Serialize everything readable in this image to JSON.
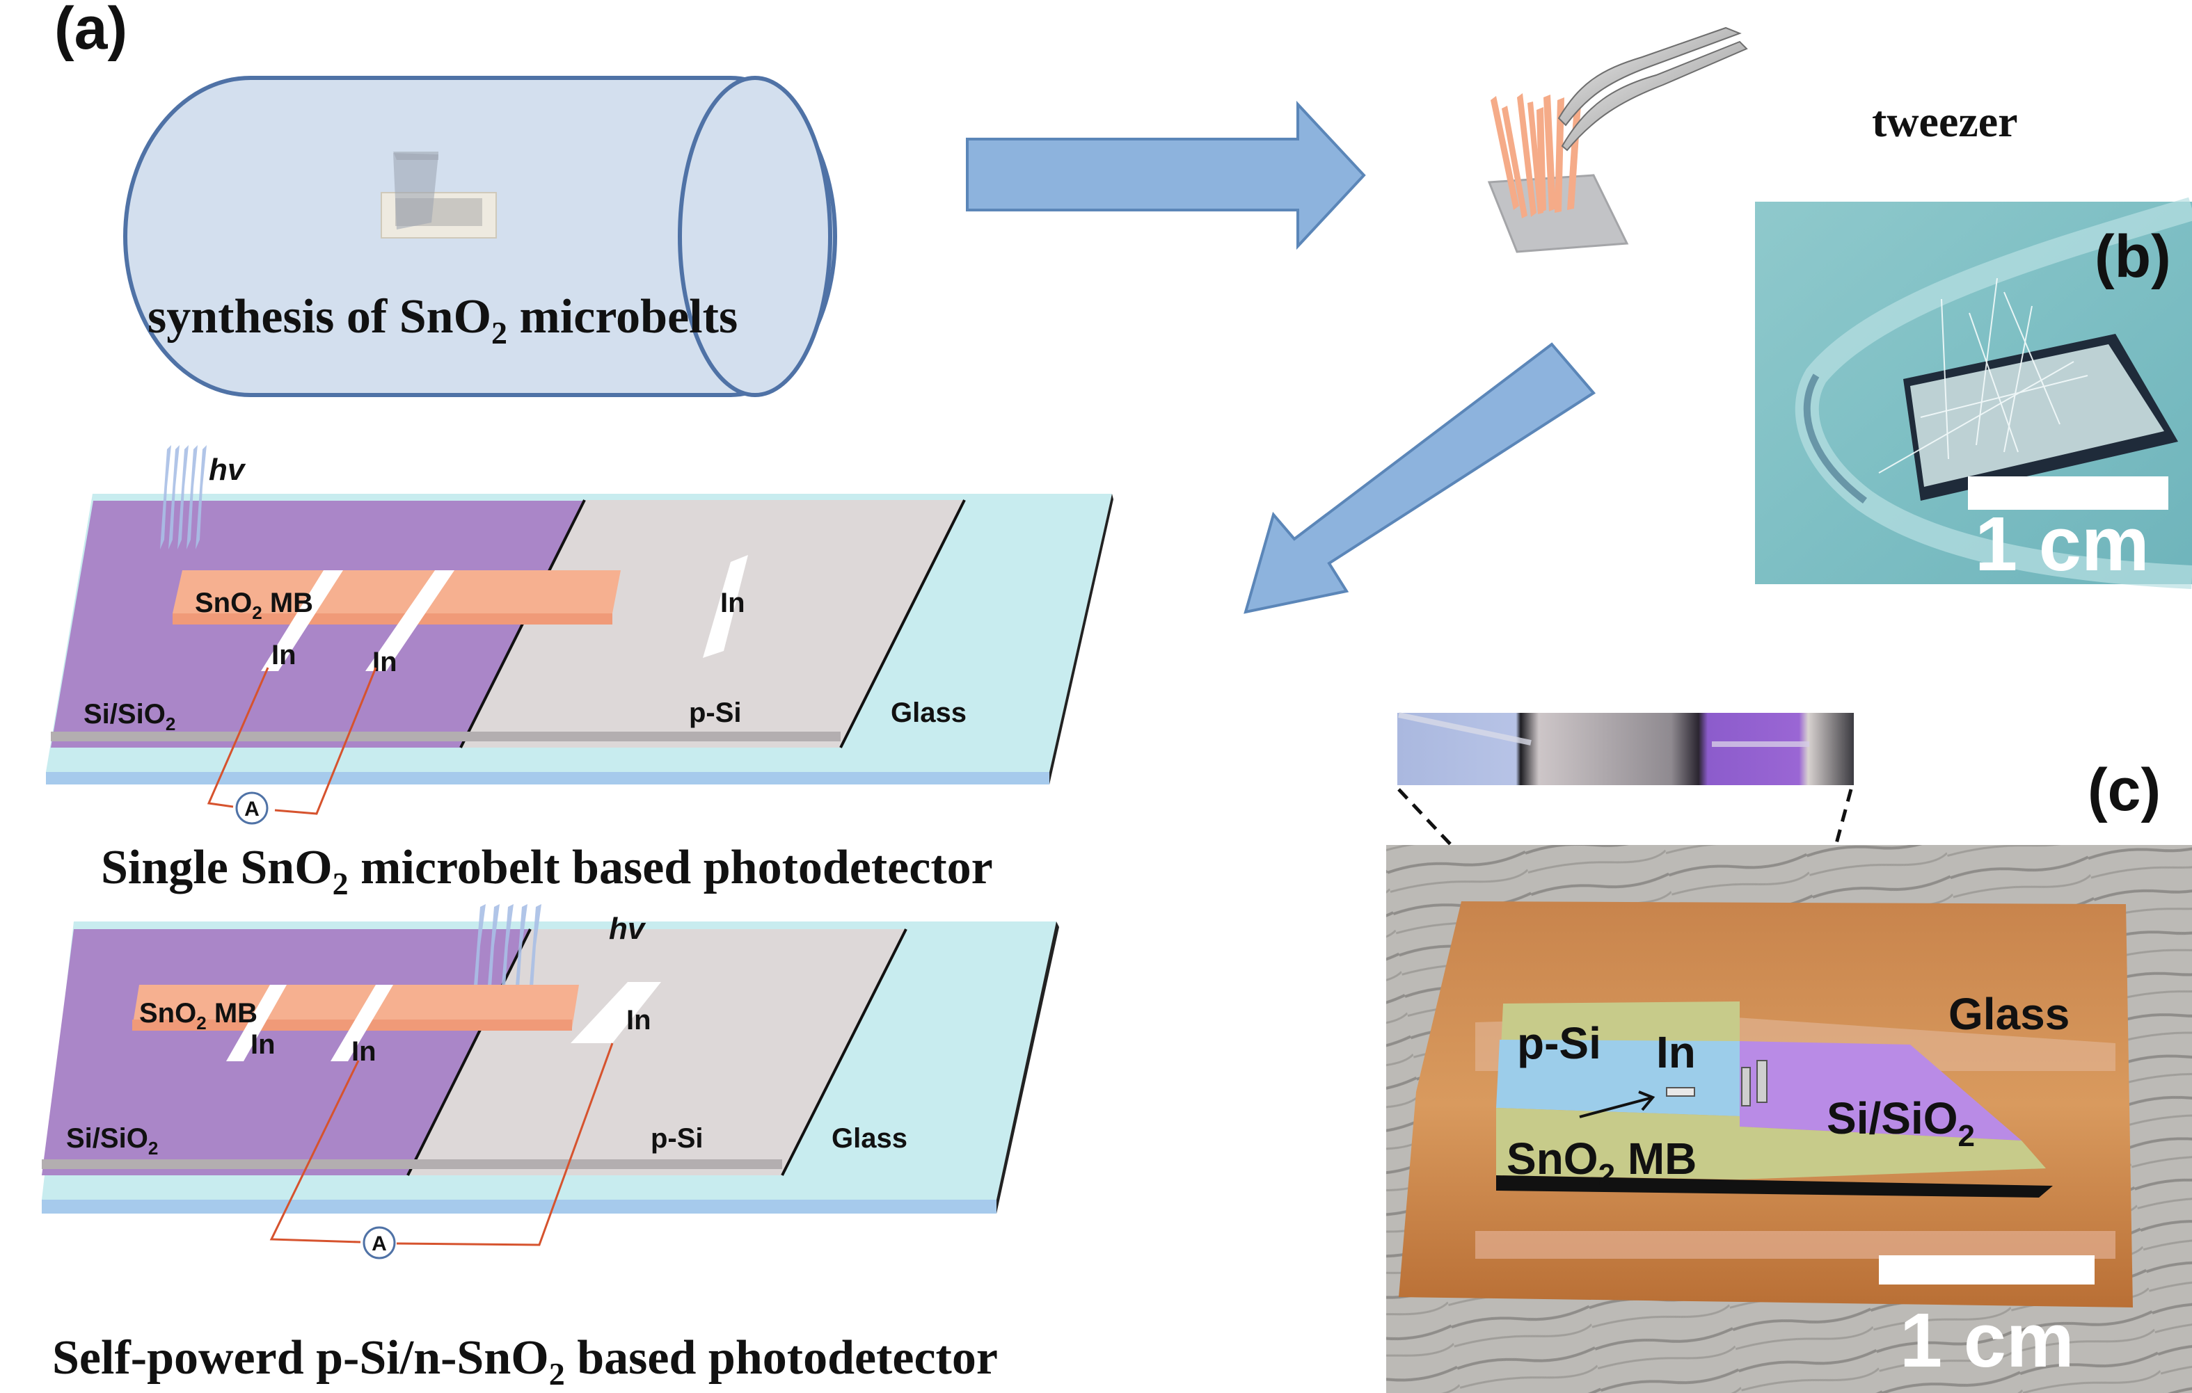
{
  "figure": {
    "panels": {
      "a": {
        "label": "(a)"
      },
      "b": {
        "label": "(b)"
      },
      "c": {
        "label": "(c)"
      }
    },
    "step1": {
      "caption_pre": "synthesis of SnO",
      "caption_sub": "2",
      "caption_post": " microbelts"
    },
    "step2": {
      "tweezer_label": "tweezer"
    },
    "device1": {
      "caption_pre": "Single SnO",
      "caption_sub": "2",
      "caption_post": " microbelt based photodetector",
      "hv_label": "hv",
      "microbelt_label_pre": "SnO",
      "microbelt_label_sub": "2",
      "microbelt_label_post": " MB",
      "electrode_labels": [
        "In",
        "In",
        "In"
      ],
      "substrate_label_pre": "Si/SiO",
      "substrate_label_sub": "2",
      "psi_label": "p-Si",
      "glass_label": "Glass",
      "ammeter_label": "A"
    },
    "device2": {
      "caption_pre": "Self-powerd p-Si/n-SnO",
      "caption_sub": "2",
      "caption_post": " based photodetector",
      "hv_label": "hv",
      "microbelt_label_pre": "SnO",
      "microbelt_label_sub": "2",
      "microbelt_label_post": " MB",
      "electrode_labels": [
        "In",
        "In",
        "In"
      ],
      "substrate_label_pre": "Si/SiO",
      "substrate_label_sub": "2",
      "psi_label": "p-Si",
      "glass_label": "Glass",
      "ammeter_label": "A"
    },
    "photo_b": {
      "scale_bar_label": "1 cm"
    },
    "photo_c": {
      "psi_label": "p-Si",
      "in_label": "In",
      "glass_label": "Glass",
      "substrate_label_pre": "Si/SiO",
      "substrate_label_sub": "2",
      "microbelt_label_pre": "SnO",
      "microbelt_label_sub": "2",
      "microbelt_label_post": " MB",
      "scale_bar_label": "1 cm"
    },
    "colors": {
      "tube_fill": "#d3dfee",
      "tube_stroke": "#4f72a6",
      "arrow_fill": "#8db3dd",
      "arrow_stroke": "#5b86b8",
      "sio2_purple": "#aa86c8",
      "psi_gray": "#ddd8d8",
      "glass_cyan": "#c8ecef",
      "glass_edge": "#a6caec",
      "microbelt_orange": "#f6b090",
      "wire_red": "#d6532e",
      "light_blue": "#a9bfe6"
    }
  }
}
